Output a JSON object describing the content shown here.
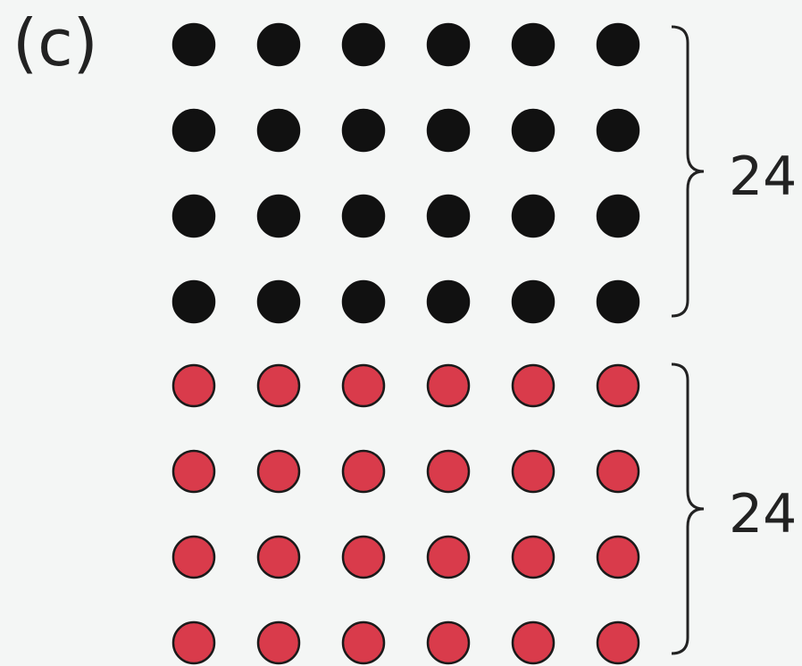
{
  "label": "(c)",
  "groups": [
    {
      "name": "black",
      "rows": 4,
      "cols": 6,
      "fill": "#111111",
      "stroke": "#111111",
      "total": "24"
    },
    {
      "name": "red",
      "rows": 4,
      "cols": 6,
      "fill": "#d93b4b",
      "stroke": "#1a1a1a",
      "total": "24"
    }
  ],
  "background": "#f4f6f5"
}
